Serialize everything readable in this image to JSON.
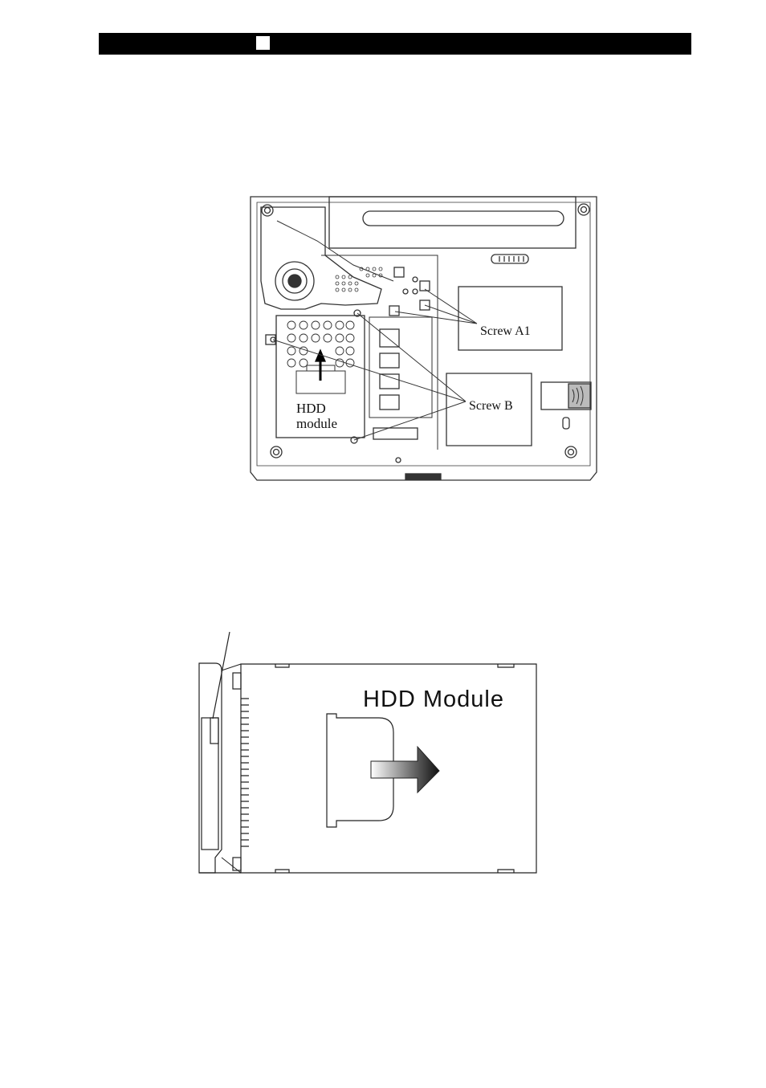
{
  "figure1": {
    "labels": {
      "screw_a1": "Screw A1",
      "screw_b": "Screw B",
      "hdd_line1": "HDD",
      "hdd_line2": "module"
    }
  },
  "figure2": {
    "labels": {
      "hdd_module": "HDD Module"
    }
  }
}
